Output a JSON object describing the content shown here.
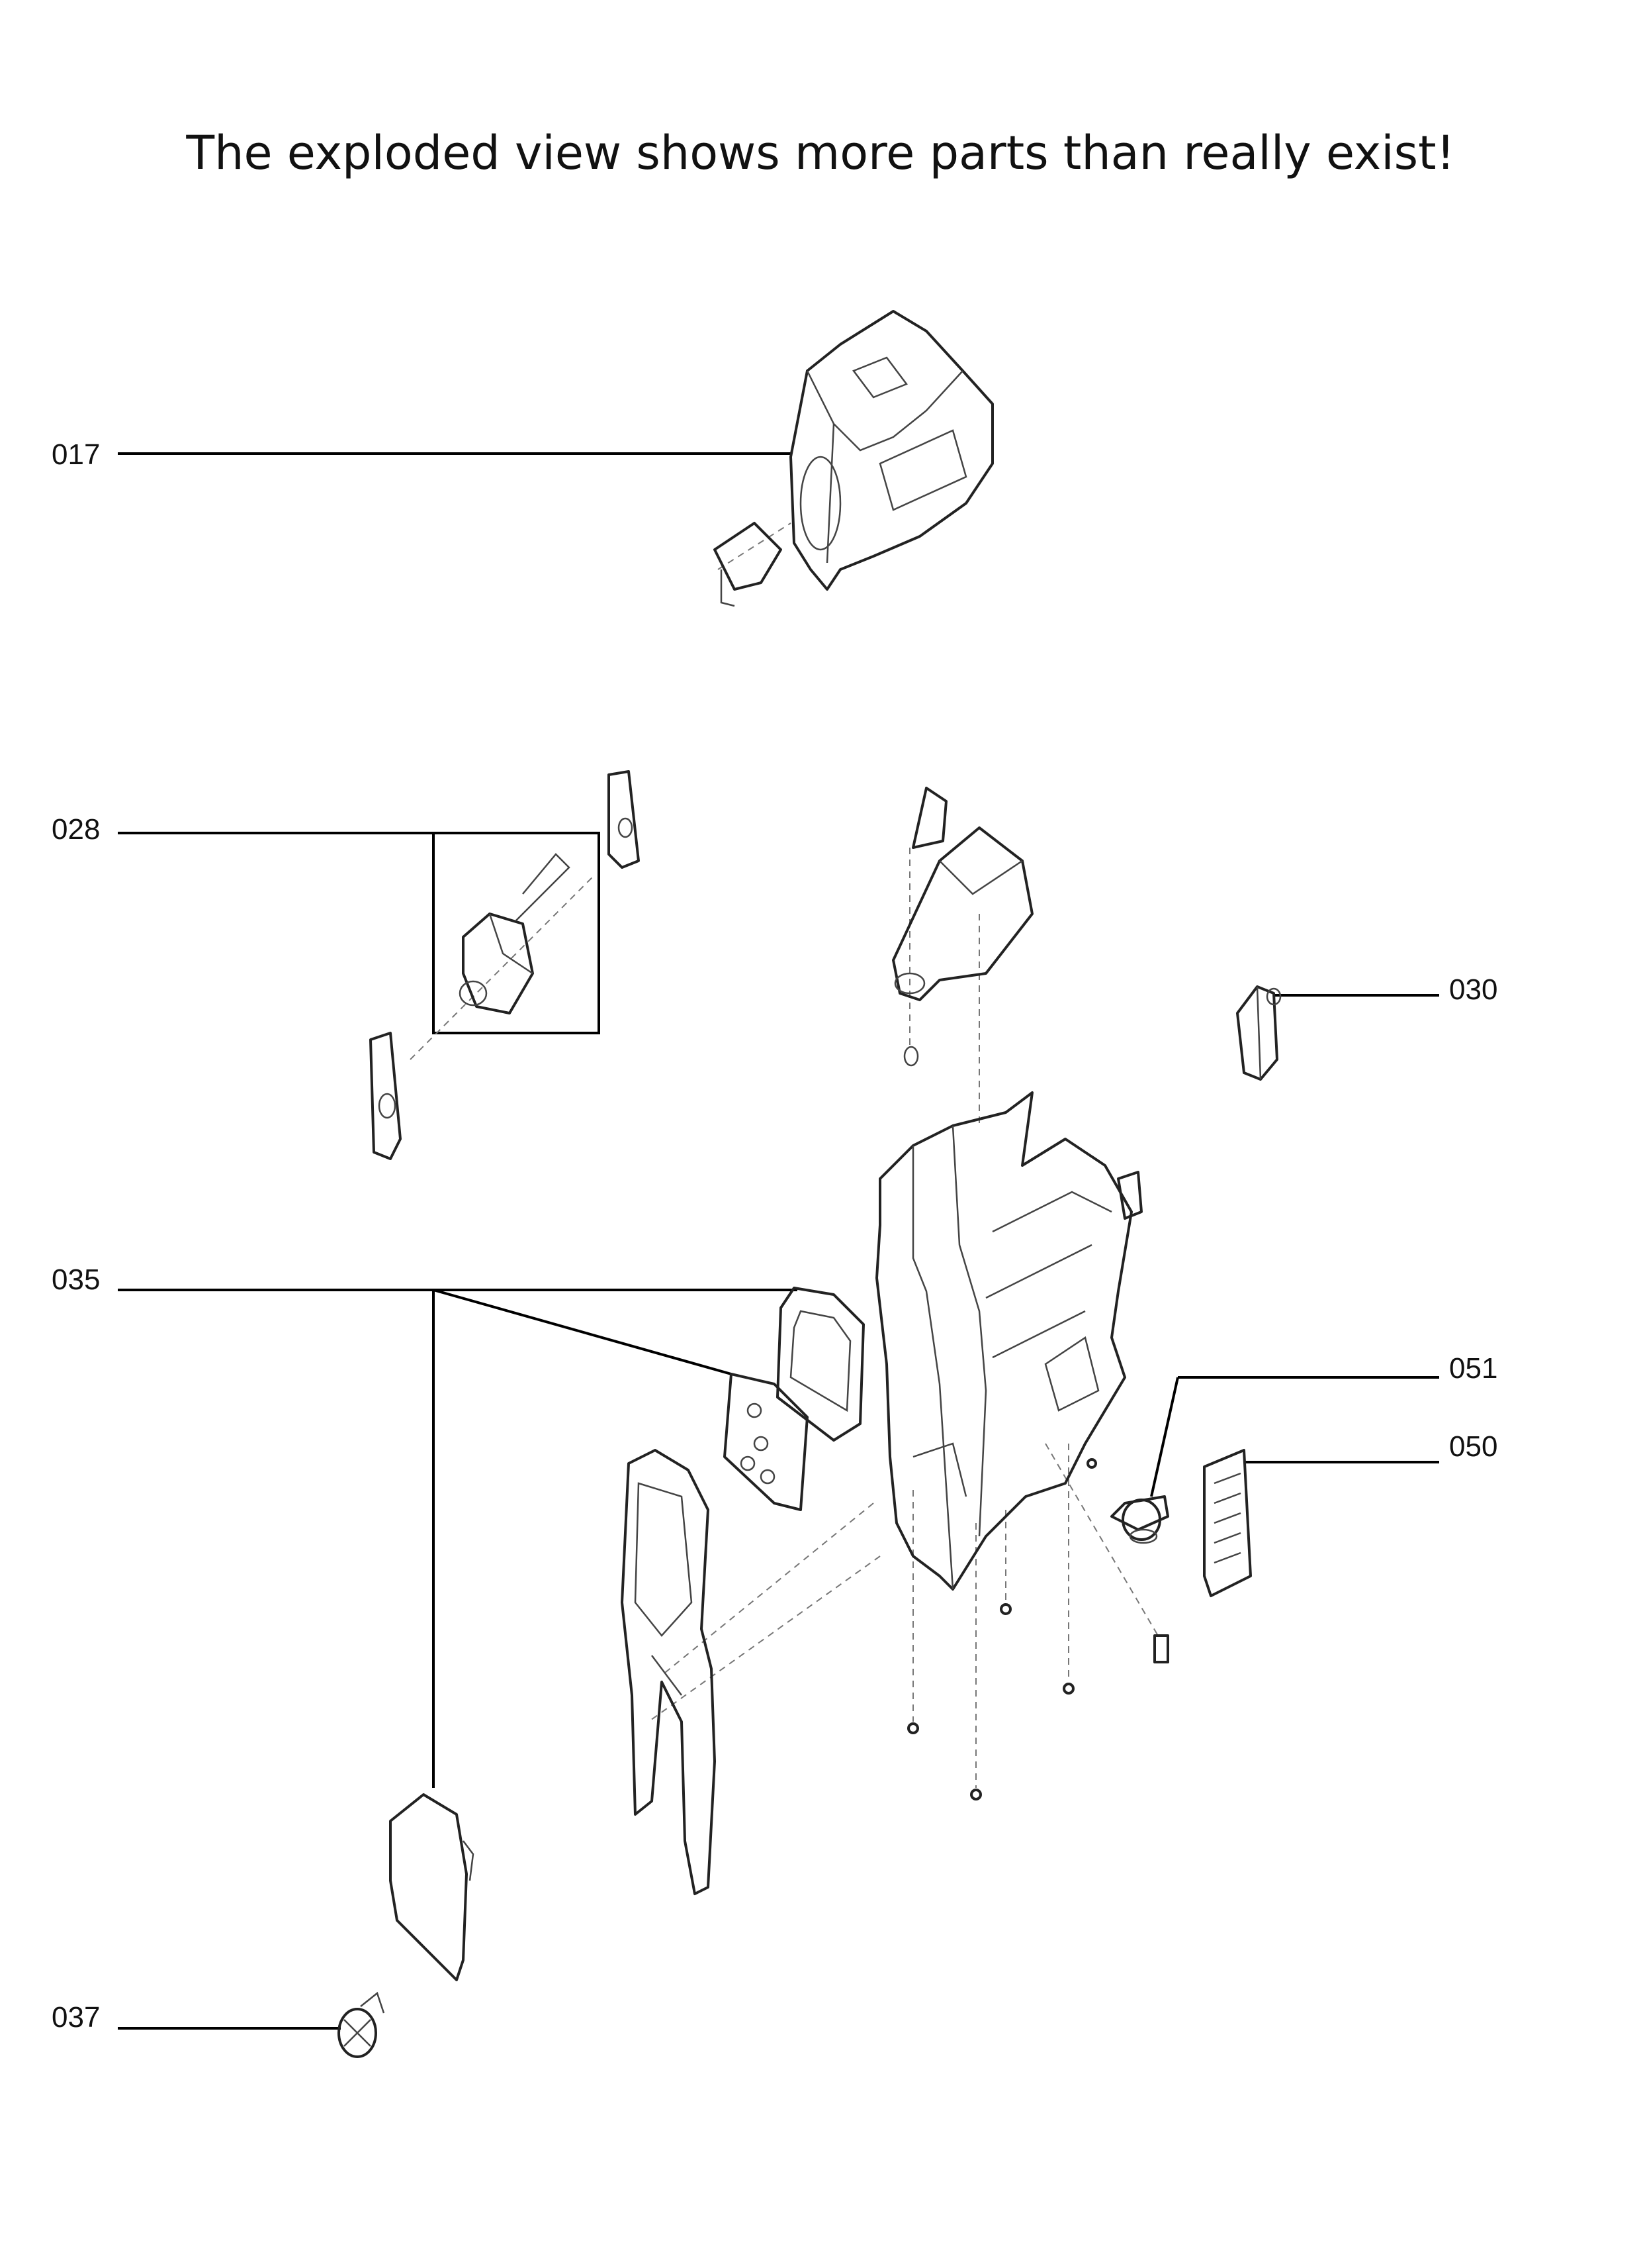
{
  "title": "The exploded view shows more parts than really exist!",
  "labels": {
    "p017": "017",
    "p028": "028",
    "p030": "030",
    "p035": "035",
    "p037": "037",
    "p050": "050",
    "p051": "051"
  }
}
